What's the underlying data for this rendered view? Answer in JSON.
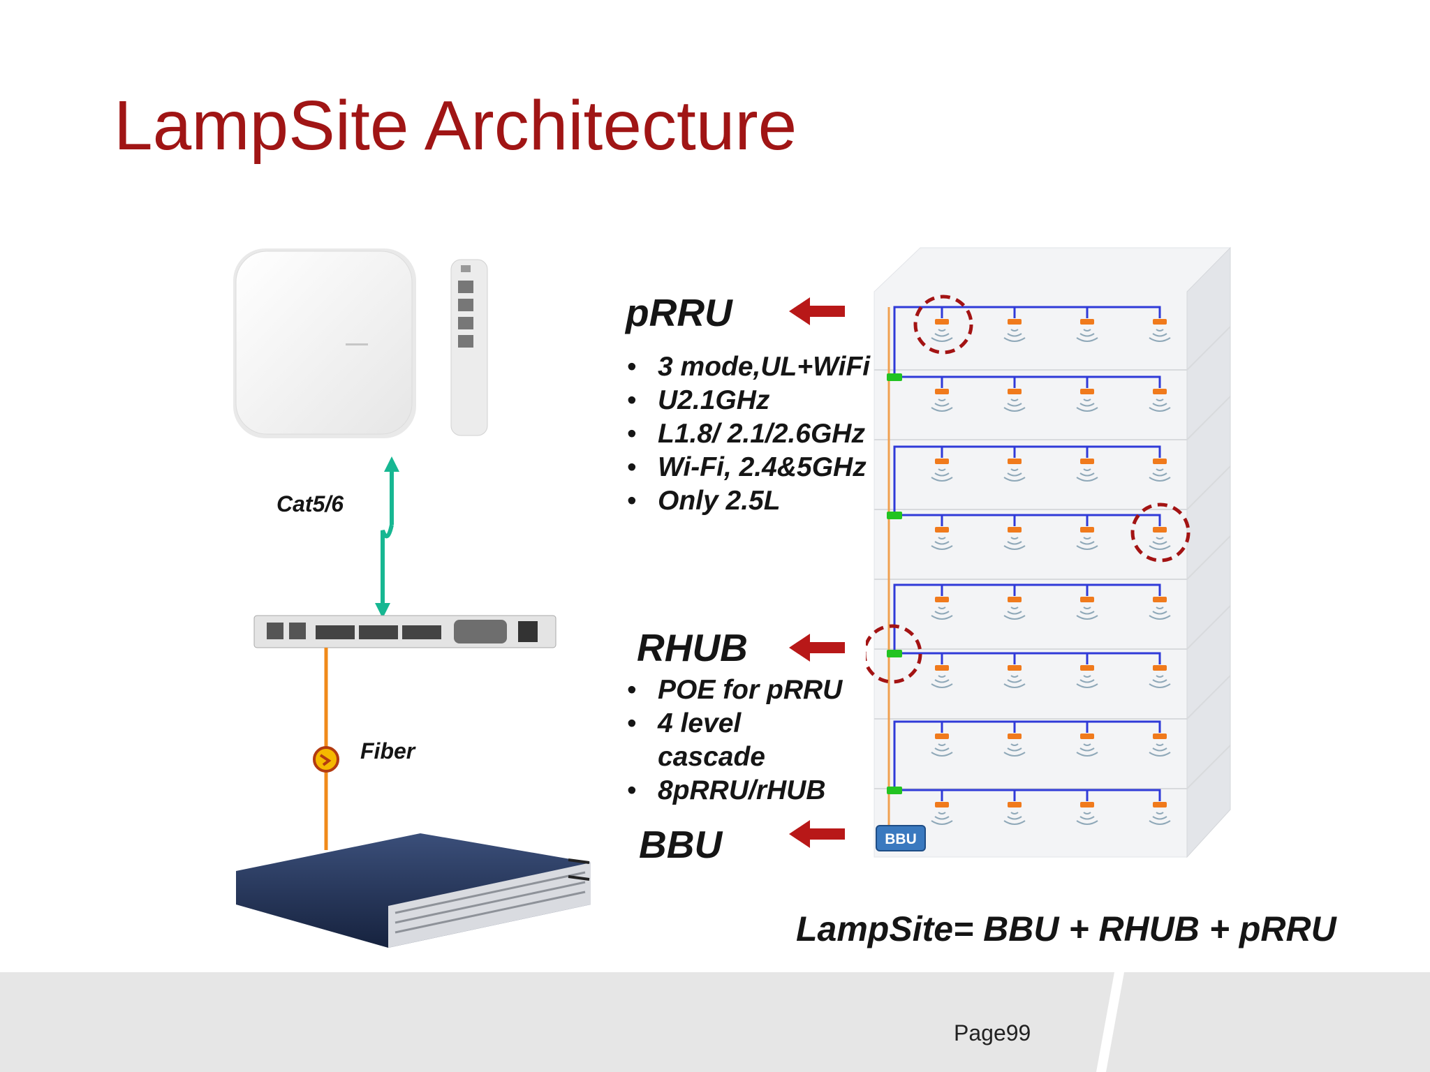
{
  "slide": {
    "title": "LampSite Architecture",
    "page_label": "Page99"
  },
  "prru": {
    "heading": "pRRU",
    "bullets": [
      "3 mode,UL+WiFi",
      "U2.1GHz",
      "L1.8/ 2.1/2.6GHz",
      "Wi-Fi, 2.4&5GHz",
      "Only 2.5L"
    ]
  },
  "rhub": {
    "heading": "RHUB",
    "bullets": [
      "POE for pRRU",
      "4 level",
      "cascade",
      "8pRRU/rHUB"
    ]
  },
  "bbu": {
    "heading": "BBU",
    "tag": "BBU"
  },
  "links": {
    "cat": "Cat5/6",
    "fiber": "Fiber"
  },
  "formula": "LampSite= BBU + RHUB + pRRU",
  "colors": {
    "title": "#a01515",
    "arrow": "#b81818",
    "cable_blue": "#2f3ad8",
    "rhub_green": "#22c322",
    "prru_orange": "#f07a1c",
    "fiber": "#f08a1a",
    "cat_arrow": "#17b792",
    "bbu_tag": "#3a79bf"
  }
}
